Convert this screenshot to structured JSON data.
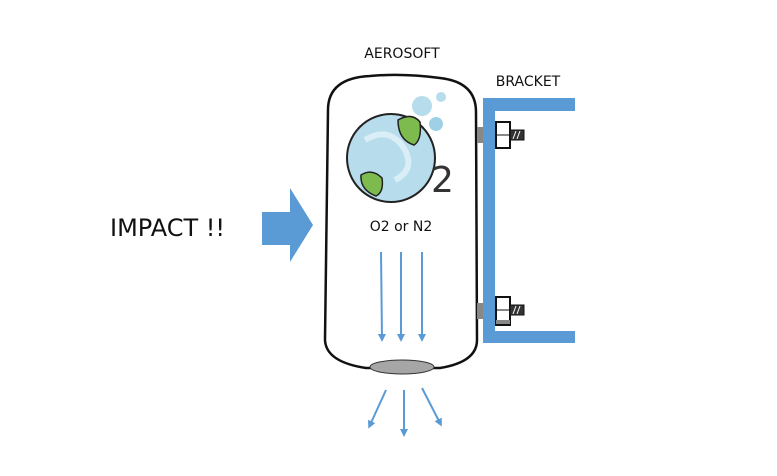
{
  "labels": {
    "device": "AEROSOFT",
    "bracket": "BRACKET",
    "impact": "IMPACT !!",
    "gas": "O2 or N2",
    "logo_subscript": "2"
  },
  "colors": {
    "accent_blue": "#5b9bd5",
    "nozzle_gray": "#a6a6a6",
    "leaf_green": "#7dbb4f",
    "globe_blue": "#b7dcec"
  }
}
